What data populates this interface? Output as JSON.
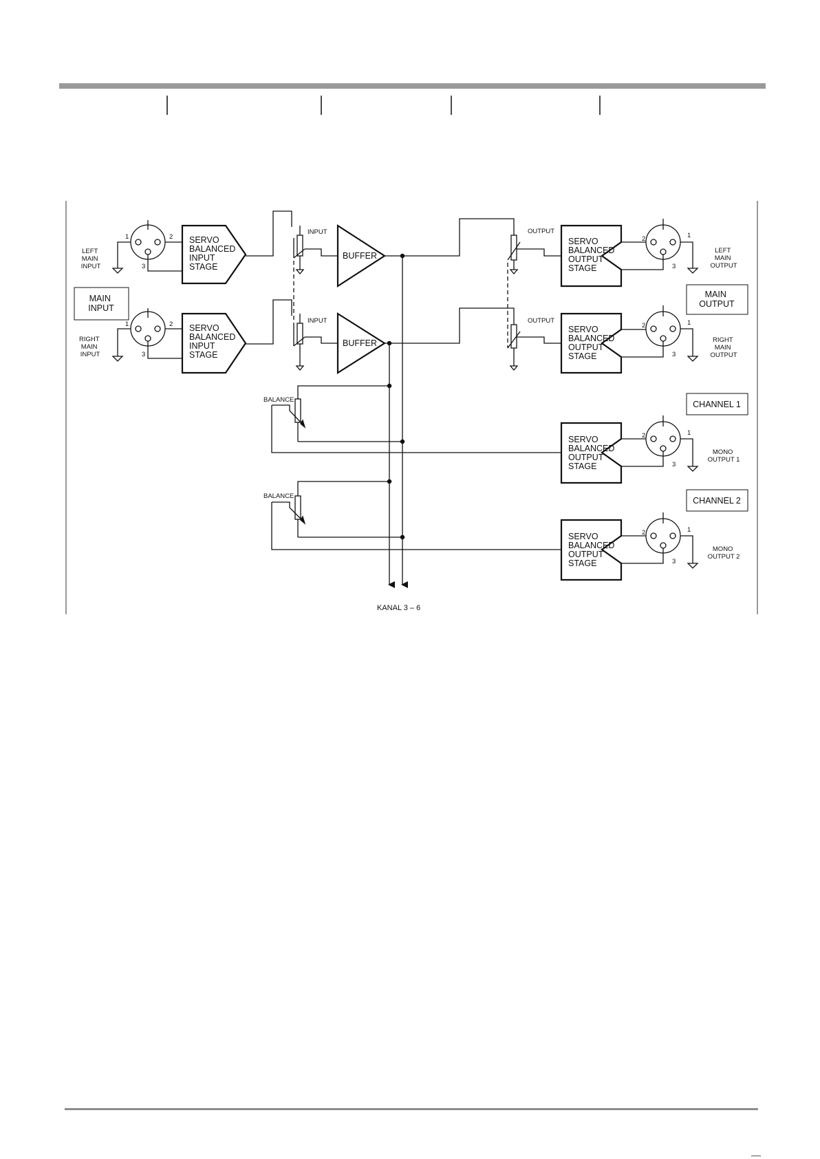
{
  "diagram": {
    "inputs": {
      "left_label": [
        "LEFT",
        "MAIN",
        "INPUT"
      ],
      "right_label": [
        "RIGHT",
        "MAIN",
        "INPUT"
      ],
      "group_label": [
        "MAIN",
        "INPUT"
      ],
      "stage_label": [
        "SERVO",
        "BALANCED",
        "INPUT",
        "STAGE"
      ]
    },
    "input_pot_label": "INPUT",
    "buffer_label": "BUFFER",
    "output_pot_label": "OUTPUT",
    "output_stage_label": [
      "SERVO",
      "BALANCED",
      "OUTPUT",
      "STAGE"
    ],
    "main_outputs": {
      "left_label": [
        "LEFT",
        "MAIN",
        "OUTPUT"
      ],
      "right_label": [
        "RIGHT",
        "MAIN",
        "OUTPUT"
      ],
      "group_label": [
        "MAIN",
        "OUTPUT"
      ]
    },
    "balance_label": "BALANCE",
    "channels": [
      {
        "label": "CHANNEL 1",
        "output_label": [
          "MONO",
          "OUTPUT 1"
        ]
      },
      {
        "label": "CHANNEL 2",
        "output_label": [
          "MONO",
          "OUTPUT 2"
        ]
      }
    ],
    "pins": {
      "pin1": "1",
      "pin2": "2",
      "pin3": "3"
    },
    "bus_label": "KANAL 3 – 6"
  }
}
